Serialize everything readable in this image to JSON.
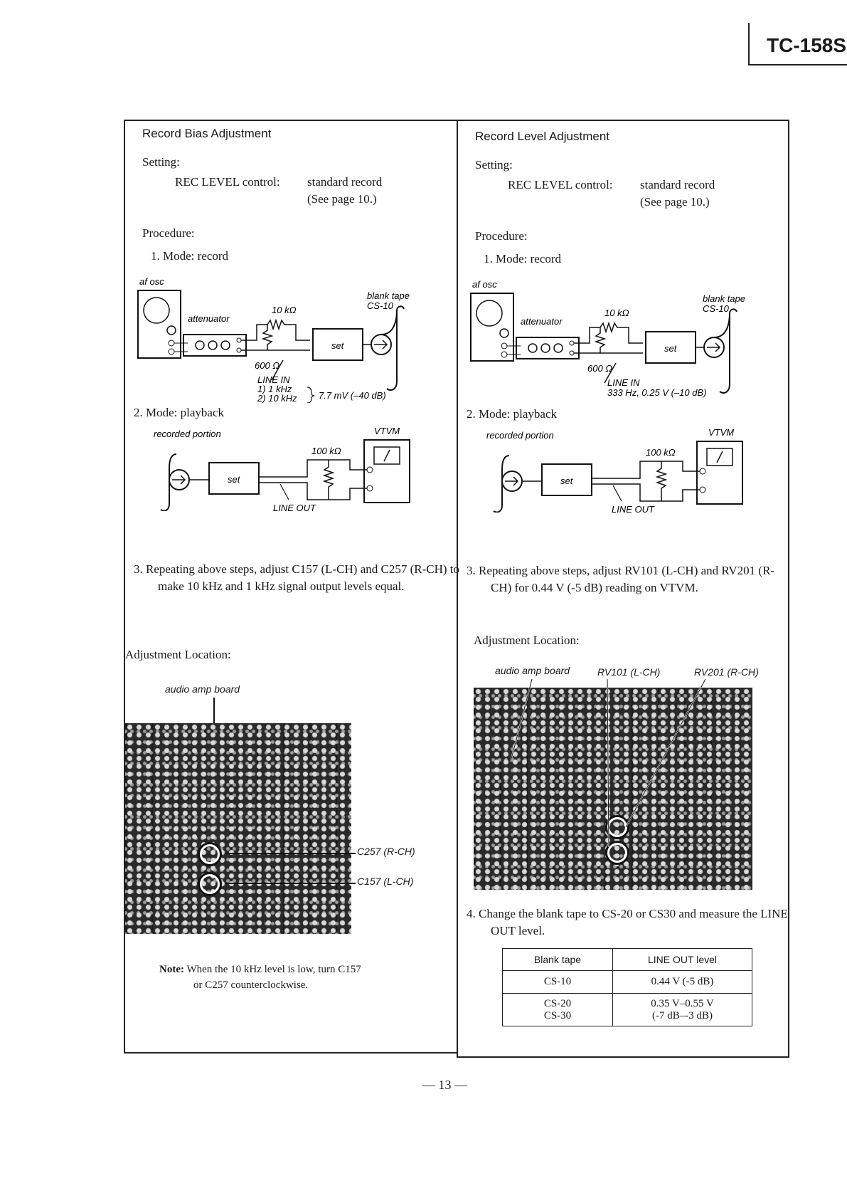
{
  "model": "TC-158S",
  "page_number": "— 13 —",
  "left": {
    "title": "Record Bias Adjustment",
    "setting_label": "Setting:",
    "rec_level_label": "REC LEVEL control:",
    "rec_level_value": "standard record",
    "see_page": "(See page 10.)",
    "procedure_label": "Procedure:",
    "step1": "1.  Mode:   record",
    "diagram1": {
      "af_osc": "af osc",
      "attenuator": "attenuator",
      "res_10k": "10 kΩ",
      "res_600": "600 Ω",
      "set": "set",
      "blank_tape": "blank tape",
      "cs10": "CS-10",
      "line_in": "LINE IN",
      "freq1": "1)   1 kHz",
      "freq2": "2)  10 kHz",
      "level": "7.7 mV (–40 dB)"
    },
    "step2": "2.  Mode:   playback",
    "diagram2": {
      "recorded_portion": "recorded portion",
      "vtvm": "VTVM",
      "res_100k": "100 kΩ",
      "set": "set",
      "line_out": "LINE OUT"
    },
    "step3": "3.  Repeating above steps, adjust C157 (L-CH) and C257 (R-CH) to make 10 kHz and 1 kHz signal output levels equal.",
    "adj_location": "Adjustment Location:",
    "photo_labels": {
      "board": "audio amp board",
      "c257": "C257 (R-CH)",
      "c157": "C157 (L-CH)"
    },
    "note_label": "Note:",
    "note_text": "When the 10 kHz level is low, turn C157",
    "note_text2": "or C257 counterclockwise."
  },
  "right": {
    "title": "Record Level Adjustment",
    "setting_label": "Setting:",
    "rec_level_label": "REC LEVEL control:",
    "rec_level_value": "standard record",
    "see_page": "(See page 10.)",
    "procedure_label": "Procedure:",
    "step1": "1.  Mode:   record",
    "diagram1": {
      "af_osc": "af osc",
      "attenuator": "attenuator",
      "res_10k": "10 kΩ",
      "res_600": "600 Ω",
      "set": "set",
      "blank_tape": "blank tape",
      "cs10": "CS-10",
      "line_in": "LINE IN",
      "level": "333 Hz, 0.25 V (–10 dB)"
    },
    "step2": "2.  Mode:   playback",
    "diagram2": {
      "recorded_portion": "recorded portion",
      "vtvm": "VTVM",
      "res_100k": "100 kΩ",
      "set": "set",
      "line_out": "LINE OUT"
    },
    "step3": "3.  Repeating above steps, adjust RV101 (L-CH) and RV201 (R-CH) for 0.44 V (-5 dB) reading on VTVM.",
    "adj_location": "Adjustment Location:",
    "photo_labels": {
      "board": "audio amp board",
      "rv101": "RV101 (L-CH)",
      "rv201": "RV201 (R-CH)"
    },
    "step4": "4.  Change the blank tape to CS-20 or CS30 and measure the LINE OUT level.",
    "table": {
      "headers": [
        "Blank tape",
        "LINE OUT level"
      ],
      "rows": [
        {
          "tape": "CS-10",
          "level": "0.44 V (-5 dB)"
        },
        {
          "tape": "CS-20",
          "tape2": "CS-30",
          "level": "0.35 V–0.55 V",
          "level2": "(-7 dB–-3 dB)"
        }
      ]
    }
  }
}
